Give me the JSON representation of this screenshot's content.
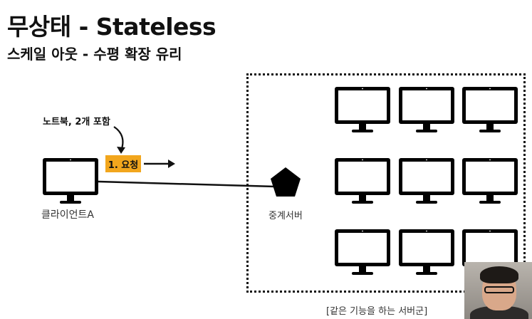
{
  "title": "무상태 - Stateless",
  "subtitle": "스케일 아웃 - 수평 확장 유리",
  "client": {
    "note": "노트북, 2개 포함",
    "label": "클라이언트A"
  },
  "request": {
    "badge": "1. 요청",
    "badge_color": "#f2a61d"
  },
  "proxy": {
    "label": "중계서버"
  },
  "cluster": {
    "label": "[같은 기능을 하는 서버군]",
    "rows": 3,
    "cols": 3
  }
}
